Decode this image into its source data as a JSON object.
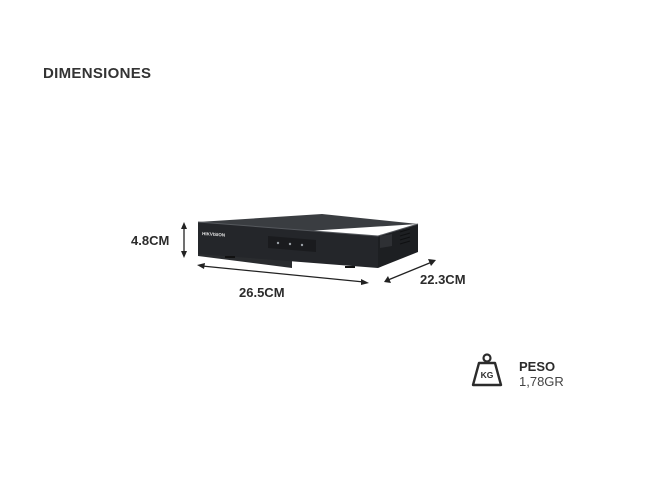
{
  "heading": "DIMENSIONES",
  "dimensions": {
    "height": "4.8CM",
    "width": "26.5CM",
    "depth": "22.3CM"
  },
  "device": {
    "brand_logo": "HIKVISION"
  },
  "weight": {
    "label": "PESO",
    "value": "1,78GR",
    "icon_text": "KG",
    "icon": "weight-kg-icon"
  },
  "colors": {
    "device_body": "#2a2c2f",
    "device_top": "#3a3d41",
    "text": "#2b2b2b",
    "arrow": "#222222"
  }
}
